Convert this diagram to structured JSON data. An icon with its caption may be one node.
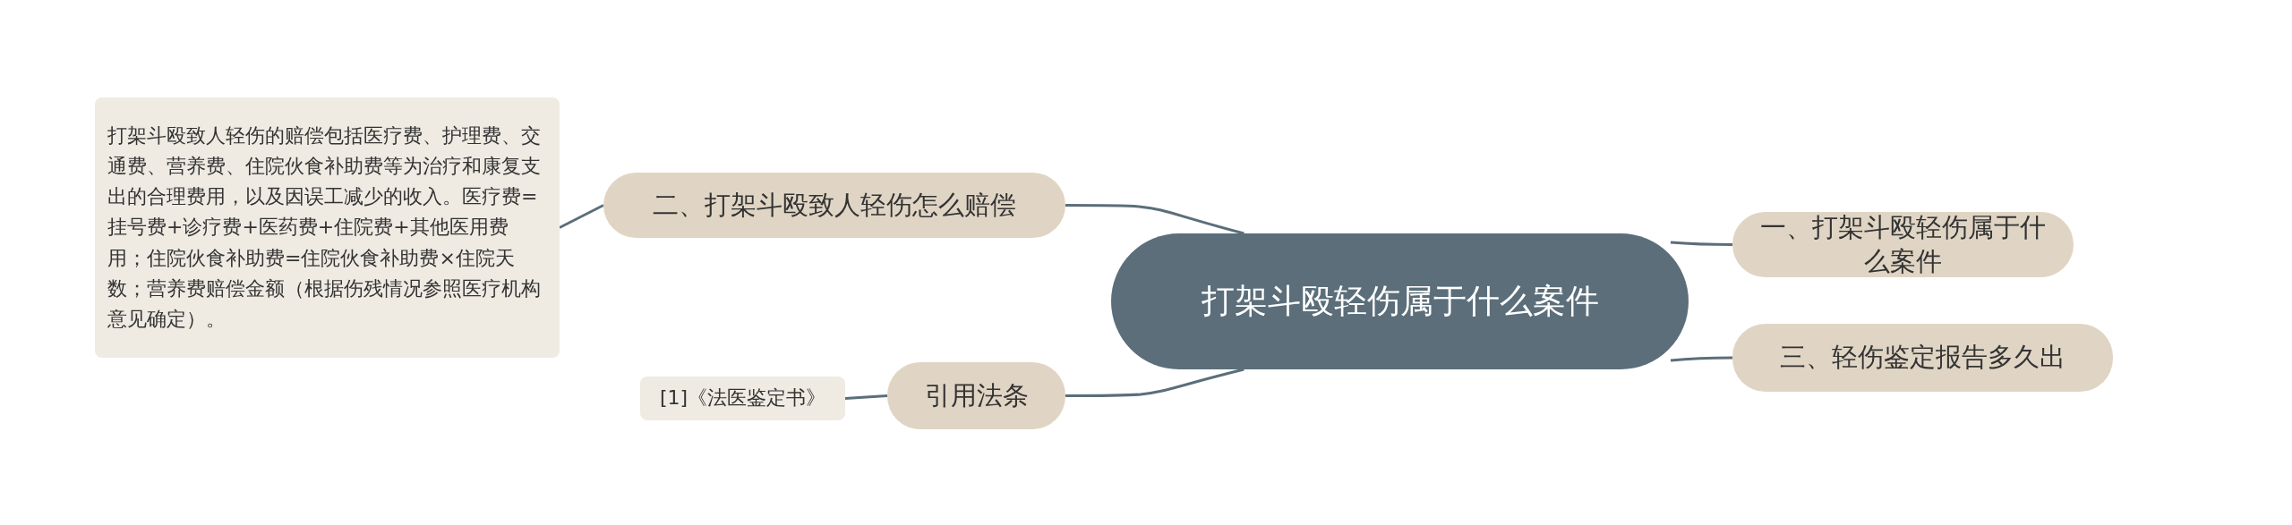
{
  "diagram": {
    "nodes": [
      {
        "text": [
          "打架斗殴轻伤属于什么案件"
        ]
      },
      {
        "text": [
          "一、打架斗殴轻伤属于什么案件"
        ]
      },
      {
        "text": [
          "三、轻伤鉴定报告多久出"
        ]
      },
      {
        "text": [
          "二、打架斗殴致人轻伤怎么赔偿"
        ]
      },
      {
        "text": [
          "打架斗殴致人轻伤的赔偿包括医疗费、护理费、交通费、营养费、住院伙食补助费等为治疗和康复支出的合理费用，以及因误工减少的收入。医疗费=挂号费+诊疗费+医药费+住院费+其他医用费用；住院伙食补助费=住院伙食补助费×住院天数；营养费赔偿金额（根据伤残情况参照医疗机构意见确定）。"
        ]
      },
      {
        "text": [
          "引用法条"
        ]
      },
      {
        "text": [
          "[1]《法医鉴定书》"
        ]
      }
    ],
    "edges": [
      {
        "from": 0,
        "to": 1,
        "arrow": "none"
      },
      {
        "from": 0,
        "to": 2,
        "arrow": "none"
      },
      {
        "from": 0,
        "to": 3,
        "arrow": "none"
      },
      {
        "from": 3,
        "to": 4,
        "arrow": "none"
      },
      {
        "from": 0,
        "to": 5,
        "arrow": "none"
      },
      {
        "from": 5,
        "to": 6,
        "arrow": "none"
      }
    ]
  }
}
